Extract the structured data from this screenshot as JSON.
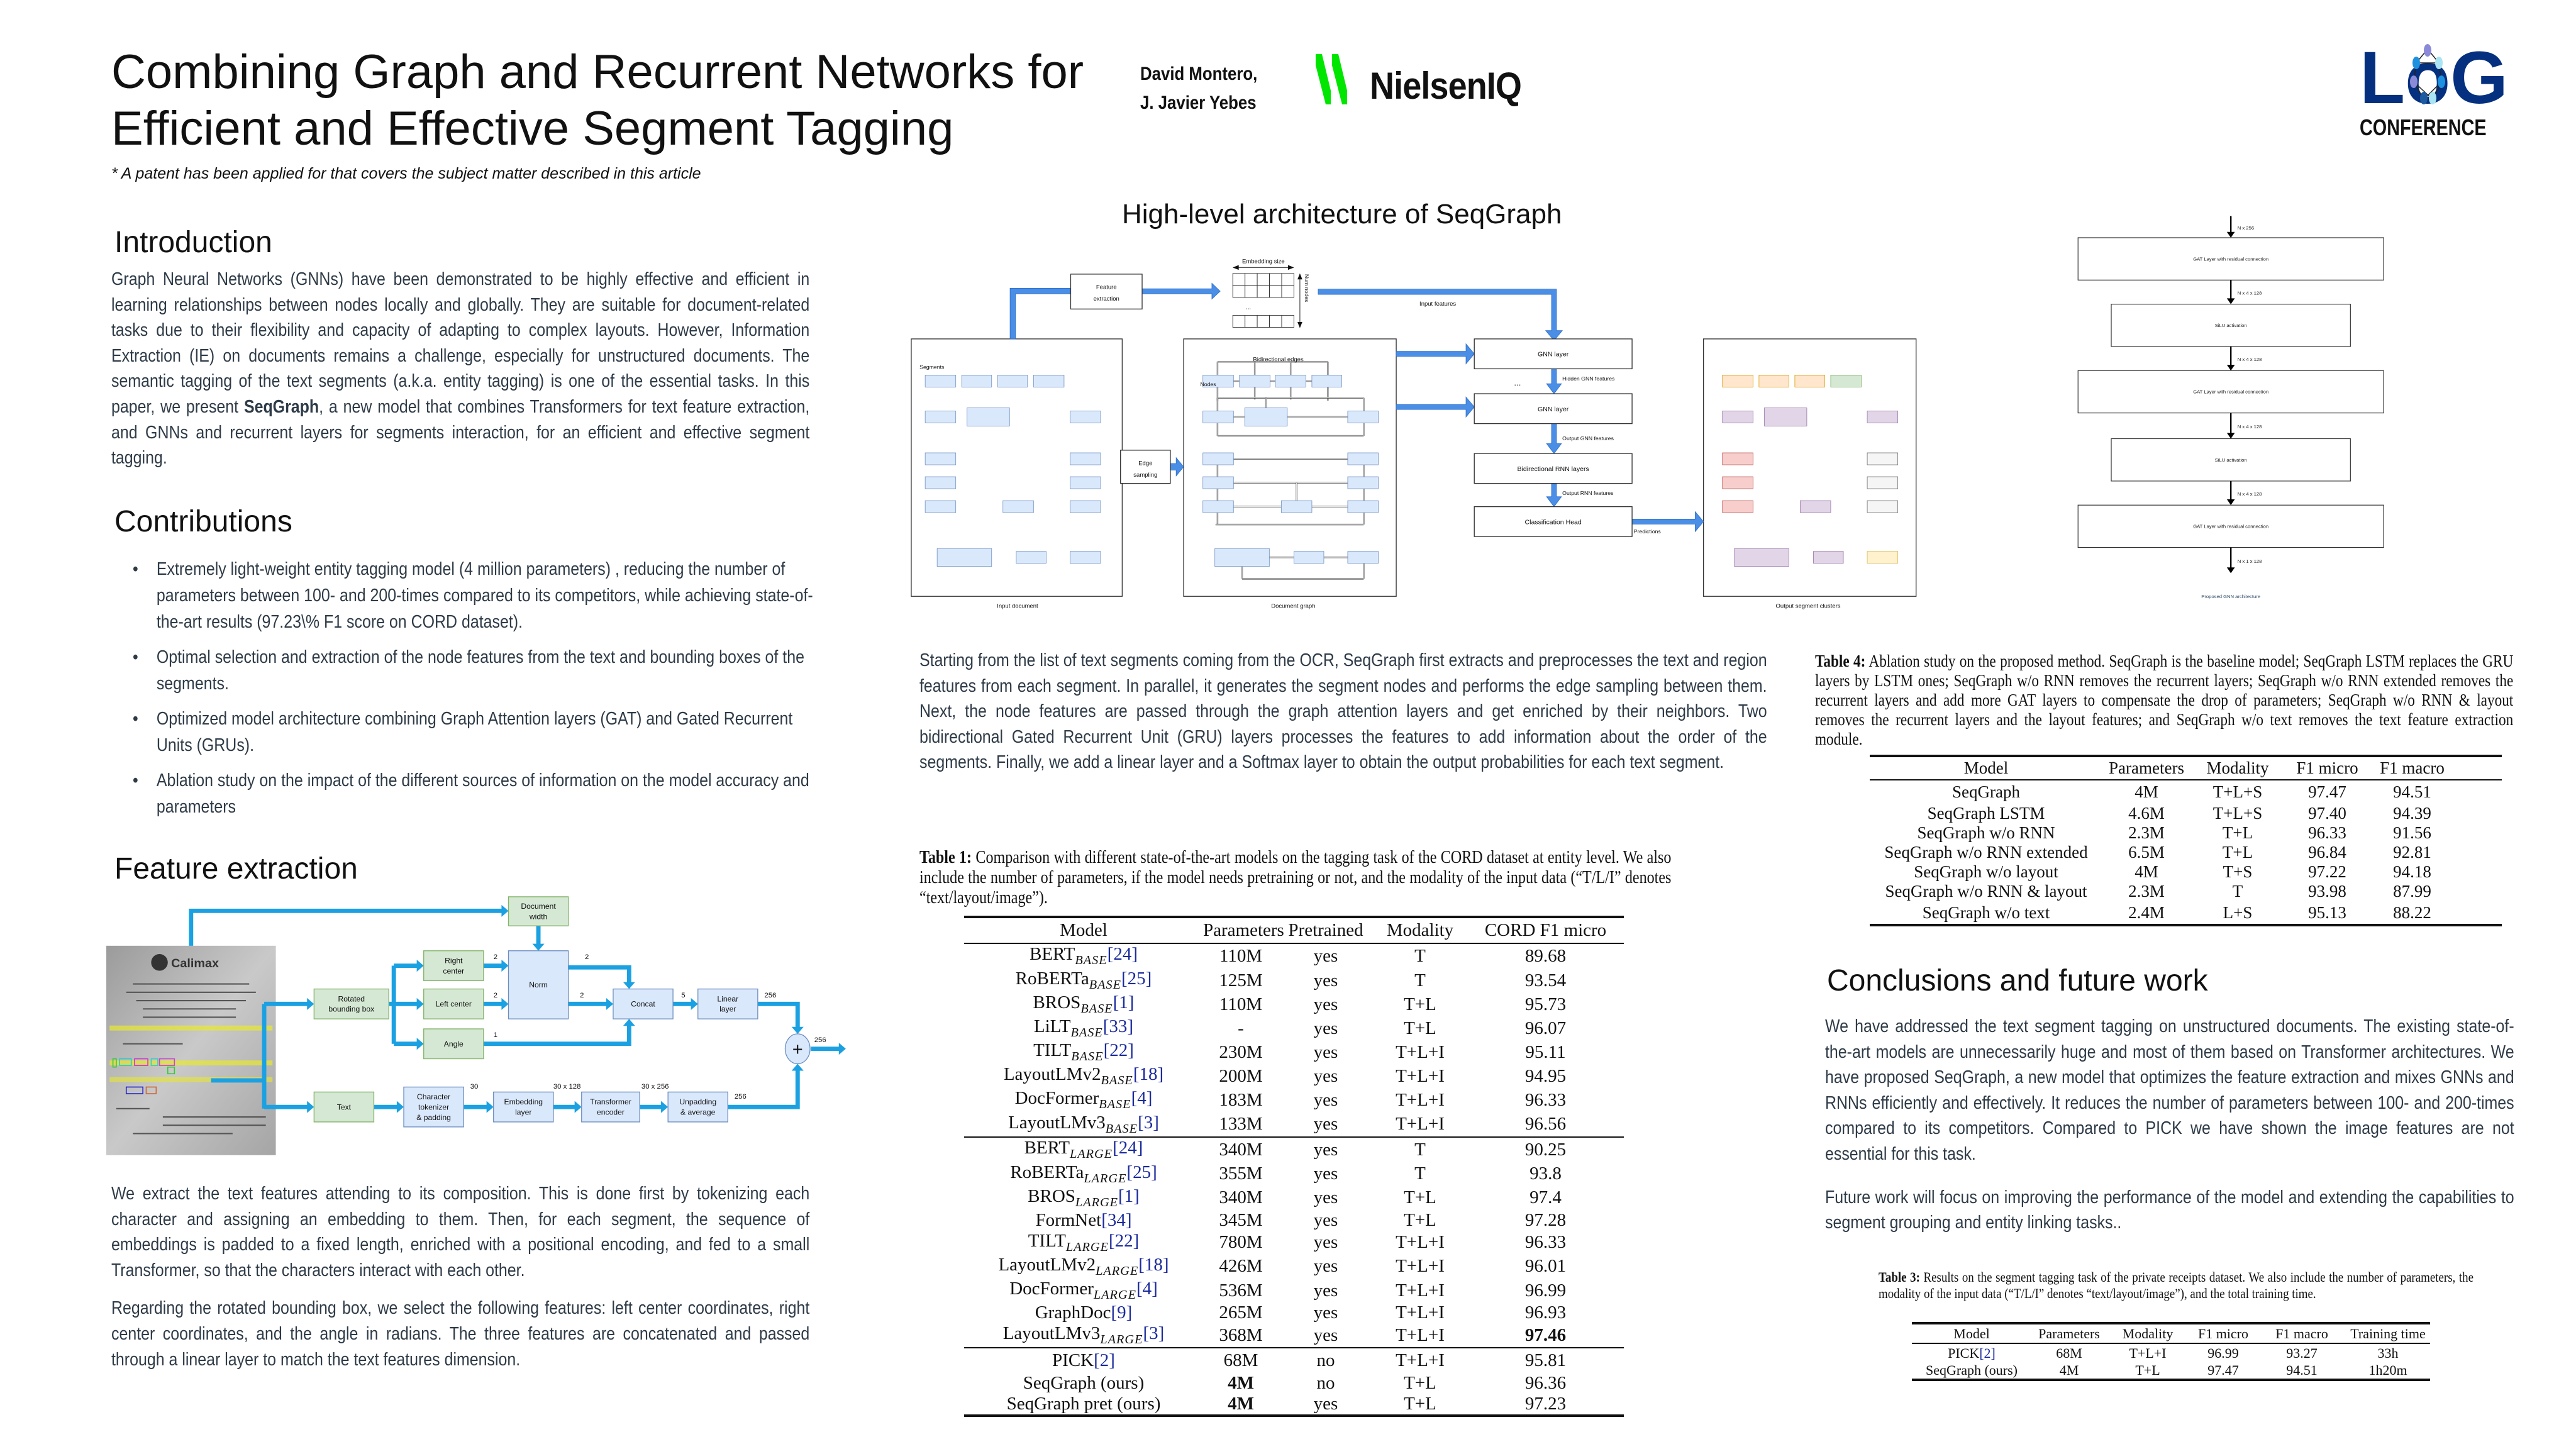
{
  "header": {
    "title_line1": "Combining Graph and Recurrent Networks for",
    "title_line2": "Efficient and Effective Segment Tagging",
    "patent_note": "* A patent has been applied for that covers the subject matter described in this article",
    "authors_line1": "David Montero,",
    "authors_line2": "J. Javier Yebes",
    "company_logo_text": "NielsenIQ",
    "conference_logo_text": "LoG",
    "conference_label": "CONFERENCE",
    "colors": {
      "nielsen_green": "#00e600",
      "log_navy": "#04307f"
    }
  },
  "introduction": {
    "heading": "Introduction",
    "text_before_bold": "Graph Neural Networks (GNNs) have been demonstrated to be highly effective and efficient in learning relationships between nodes locally and globally. They are suitable for document-related tasks due to their flexibility and capacity of adapting to complex layouts. However, Information Extraction (IE) on documents remains a challenge, especially for unstructured documents. The semantic tagging of the text segments (a.k.a. entity tagging) is one of the essential tasks. In this paper, we present ",
    "bold": "SeqGraph",
    "text_after_bold": ", a new model that combines Transformers for text feature extraction, and GNNs and recurrent layers for segments interaction, for an efficient and effective segment tagging."
  },
  "contributions": {
    "heading": "Contributions",
    "items": [
      "Extremely light-weight entity tagging model (4 million parameters) , reducing the number of parameters between 100- and 200-times compared to its competitors, while achieving state-of-the-art results (97.23\\% F1 score on CORD dataset).",
      "Optimal selection and extraction of the node features from the text and bounding boxes of the segments.",
      "Optimized model architecture combining Graph Attention layers (GAT) and Gated Recurrent Units (GRUs).",
      "Ablation study on the impact of the different sources of information on the model accuracy and parameters"
    ]
  },
  "feature_extraction": {
    "heading": "Feature extraction",
    "diagram": {
      "receipt_logo_text": "Calimax",
      "document_width": [
        "Document",
        "width"
      ],
      "rotated_bbox": [
        "Rotated",
        "bounding box"
      ],
      "right_center": [
        "Right",
        "center"
      ],
      "left_center": "Left center",
      "angle": "Angle",
      "norm": "Norm",
      "concat": "Concat",
      "linear_layer": [
        "Linear",
        "layer"
      ],
      "text": "Text",
      "char_tokenizer": [
        "Character",
        "tokenizer",
        "& padding"
      ],
      "embedding_layer": [
        "Embedding",
        "layer"
      ],
      "transformer_encoder": [
        "Transformer",
        "encoder"
      ],
      "unpadding": [
        "Unpadding",
        "& average"
      ],
      "plus": "+",
      "dims": {
        "right_center_out": "2",
        "left_center_out": "2",
        "angle_out": "1",
        "norm_out_top": "2",
        "norm_out_bottom": "2",
        "concat_out": "5",
        "linear_out": "256",
        "sum_out": "256",
        "tokenizer_out": "30",
        "embedding_out": "30 x 128",
        "transformer_out": "30 x 256",
        "unpadding_out": "256"
      },
      "colors": {
        "arrow": "#1ba1e2",
        "green_fill": "#d5e8d4",
        "green_border": "#82b366",
        "blue_fill": "#dae8fc",
        "blue_border": "#6c8ebf"
      }
    },
    "paragraphs": [
      "We extract the text features attending to its composition. This is done first by tokenizing each character and assigning an embedding to them. Then, for each segment, the sequence of embeddings is padded to a fixed length, enriched with a positional encoding, and fed to a small Transformer, so that the characters interact with each other.",
      "Regarding the rotated bounding box, we select the following features: left center coordinates, right center coordinates, and the angle in radians. The three features are concatenated and passed through a linear layer to match the text features dimension."
    ]
  },
  "architecture": {
    "title": "High-level architecture of SeqGraph",
    "feature_extraction": [
      "Feature",
      "extraction"
    ],
    "embedding_size": "Embedding size",
    "num_nodes": "Num nodes",
    "ellipsis": "...",
    "input_features": "Input features",
    "segments": "Segments",
    "edge_sampling": [
      "Edge",
      "sampling"
    ],
    "bidirectional_edges": "Bidirectional edges",
    "nodes": "Nodes",
    "gnn_layer_1": "GNN layer",
    "gnn_layer_2": "GNN layer",
    "hidden_gnn_features": "Hidden GNN features",
    "output_gnn_features": "Output GNN features",
    "bidirectional_rnn": "Bidirectional RNN layers",
    "output_rnn_features": "Output RNN features",
    "classification_head": "Classification Head",
    "predictions": "Predictions",
    "input_document": "Input document",
    "document_graph": "Document graph",
    "output_clusters": "Output segment clusters",
    "colors": {
      "arrow": "#4a8ee6",
      "segment": "#dae8fc",
      "orange": "#ffe6cc",
      "green": "#d5e8d4",
      "purple": "#e1d5e7",
      "red": "#f8cecc",
      "gray": "#f5f5f5",
      "yellow": "#fff2cc"
    }
  },
  "gnn_architecture": {
    "input_dim": "N x 256",
    "layers": [
      "GAT Layer with residual connection",
      "SiLU activation",
      "GAT Layer with residual connection",
      "SiLU activation",
      "GAT Layer with residual connection"
    ],
    "dims": [
      "N x 4 x 128",
      "N x 4 x 128",
      "N x 4 x 128",
      "N x 4 x 128",
      "N x 1 x 128"
    ],
    "caption": "Proposed  GNN  architecture"
  },
  "method_text": "Starting from the list of text segments coming from the OCR, SeqGraph first extracts and preprocesses the text and region features from each segment. In parallel, it generates the segment nodes and performs the edge sampling between them. Next, the node features are passed through the graph attention layers and get enriched by their neighbors. Two bidirectional Gated Recurrent Unit (GRU) layers processes the features to add information about the order of the segments. Finally, we add a linear layer and a Softmax layer to obtain the output probabilities for each text segment.",
  "table1": {
    "label": "Table 1:",
    "caption": "Comparison with different state-of-the-art models on the tagging task of the CORD dataset at entity level. We also include the number of parameters, if the model needs pretraining or not, and the modality of the input data (“T/L/I” denotes “text/layout/image”).",
    "headers": [
      "Model",
      "Parameters",
      "Pretrained",
      "Modality",
      "CORD F1 micro"
    ],
    "groups": [
      [
        {
          "model": "BERT",
          "sub": "BASE",
          "ref": "[24]",
          "params": "110M",
          "pretrained": "yes",
          "modality": "T",
          "f1": "89.68"
        },
        {
          "model": "RoBERTa",
          "sub": "BASE",
          "ref": "[25]",
          "params": "125M",
          "pretrained": "yes",
          "modality": "T",
          "f1": "93.54"
        },
        {
          "model": "BROS",
          "sub": "BASE",
          "ref": "[1]",
          "params": "110M",
          "pretrained": "yes",
          "modality": "T+L",
          "f1": "95.73"
        },
        {
          "model": "LiLT",
          "sub": "BASE",
          "ref": "[33]",
          "params": "-",
          "pretrained": "yes",
          "modality": "T+L",
          "f1": "96.07"
        },
        {
          "model": "TILT",
          "sub": "BASE",
          "ref": "[22]",
          "params": "230M",
          "pretrained": "yes",
          "modality": "T+L+I",
          "f1": "95.11"
        },
        {
          "model": "LayoutLMv2",
          "sub": "BASE",
          "ref": "[18]",
          "params": "200M",
          "pretrained": "yes",
          "modality": "T+L+I",
          "f1": "94.95"
        },
        {
          "model": "DocFormer",
          "sub": "BASE",
          "ref": "[4]",
          "params": "183M",
          "pretrained": "yes",
          "modality": "T+L+I",
          "f1": "96.33"
        },
        {
          "model": "LayoutLMv3",
          "sub": "BASE",
          "ref": "[3]",
          "params": "133M",
          "pretrained": "yes",
          "modality": "T+L+I",
          "f1": "96.56"
        }
      ],
      [
        {
          "model": "BERT",
          "sub": "LARGE",
          "ref": "[24]",
          "params": "340M",
          "pretrained": "yes",
          "modality": "T",
          "f1": "90.25"
        },
        {
          "model": "RoBERTa",
          "sub": "LARGE",
          "ref": "[25]",
          "params": "355M",
          "pretrained": "yes",
          "modality": "T",
          "f1": "93.8"
        },
        {
          "model": "BROS",
          "sub": "LARGE",
          "ref": "[1]",
          "params": "340M",
          "pretrained": "yes",
          "modality": "T+L",
          "f1": "97.4"
        },
        {
          "model": "FormNet",
          "sub": "",
          "ref": "[34]",
          "params": "345M",
          "pretrained": "yes",
          "modality": "T+L",
          "f1": "97.28"
        },
        {
          "model": "TILT",
          "sub": "LARGE",
          "ref": "[22]",
          "params": "780M",
          "pretrained": "yes",
          "modality": "T+L+I",
          "f1": "96.33"
        },
        {
          "model": "LayoutLMv2",
          "sub": "LARGE",
          "ref": "[18]",
          "params": "426M",
          "pretrained": "yes",
          "modality": "T+L+I",
          "f1": "96.01"
        },
        {
          "model": "DocFormer",
          "sub": "LARGE",
          "ref": "[4]",
          "params": "536M",
          "pretrained": "yes",
          "modality": "T+L+I",
          "f1": "96.99"
        },
        {
          "model": "GraphDoc",
          "sub": "",
          "ref": "[9]",
          "params": "265M",
          "pretrained": "yes",
          "modality": "T+L+I",
          "f1": "96.93"
        },
        {
          "model": "LayoutLMv3",
          "sub": "LARGE",
          "ref": "[3]",
          "params": "368M",
          "pretrained": "yes",
          "modality": "T+L+I",
          "f1": "97.46",
          "f1_bold": true
        }
      ],
      [
        {
          "model": "PICK",
          "sub": "",
          "ref": "[2]",
          "params": "68M",
          "pretrained": "no",
          "modality": "T+L+I",
          "f1": "95.81"
        },
        {
          "model": "SeqGraph (ours)",
          "sub": "",
          "ref": "",
          "params": "4M",
          "params_bold": true,
          "pretrained": "no",
          "modality": "T+L",
          "f1": "96.36"
        },
        {
          "model": "SeqGraph pret (ours)",
          "sub": "",
          "ref": "",
          "params": "4M",
          "params_bold": true,
          "pretrained": "yes",
          "modality": "T+L",
          "f1": "97.23"
        }
      ]
    ]
  },
  "table4": {
    "label": "Table 4:",
    "caption": "Ablation study on the proposed method. SeqGraph is the baseline model; SeqGraph LSTM replaces the GRU layers by LSTM ones; SeqGraph w/o RNN removes the recurrent layers; SeqGraph w/o RNN extended removes the recurrent layers and add more GAT layers to compensate the drop of parameters; SeqGraph w/o RNN & layout removes the recurrent layers and the layout features; and SeqGraph w/o text removes the text feature extraction module.",
    "headers": [
      "Model",
      "Parameters",
      "Modality",
      "F1 micro",
      "F1 macro"
    ],
    "rows": [
      [
        "SeqGraph",
        "4M",
        "T+L+S",
        "97.47",
        "94.51"
      ],
      [
        "SeqGraph LSTM",
        "4.6M",
        "T+L+S",
        "97.40",
        "94.39"
      ],
      [
        "SeqGraph w/o RNN",
        "2.3M",
        "T+L",
        "96.33",
        "91.56"
      ],
      [
        "SeqGraph w/o RNN extended",
        "6.5M",
        "T+L",
        "96.84",
        "92.81"
      ],
      [
        "SeqGraph w/o layout",
        "4M",
        "T+S",
        "97.22",
        "94.18"
      ],
      [
        "SeqGraph w/o RNN & layout",
        "2.3M",
        "T",
        "93.98",
        "87.99"
      ],
      [
        "SeqGraph w/o text",
        "2.4M",
        "L+S",
        "95.13",
        "88.22"
      ]
    ]
  },
  "conclusions": {
    "heading": "Conclusions and future work",
    "paragraphs": [
      "We have addressed the text segment tagging on unstructured documents. The existing state-of-the-art models are unnecessarily huge and most of them based on Transformer architectures. We have proposed SeqGraph, a new model that optimizes the feature extraction and mixes GNNs and RNNs efficiently and effectively. It reduces the number of parameters between 100- and 200-times compared to its competitors. Compared to PICK we have shown the image features are not essential for this task.",
      "Future work will focus on improving the performance of the model and extending the capabilities to segment grouping and entity linking tasks.."
    ]
  },
  "table3": {
    "label": "Table 3:",
    "caption": "Results on the segment tagging task of the private receipts dataset. We also include the number of parameters, the modality of the input data (“T/L/I” denotes “text/layout/image”), and the total training time.",
    "headers": [
      "Model",
      "Parameters",
      "Modality",
      "F1 micro",
      "F1 macro",
      "Training time"
    ],
    "rows": [
      {
        "model": "PICK",
        "ref": "[2]",
        "cells": [
          "68M",
          "T+L+I",
          "96.99",
          "93.27",
          "33h"
        ]
      },
      {
        "model": "SeqGraph (ours)",
        "ref": "",
        "cells": [
          "4M",
          "T+L",
          "97.47",
          "94.51",
          "1h20m"
        ]
      }
    ]
  }
}
